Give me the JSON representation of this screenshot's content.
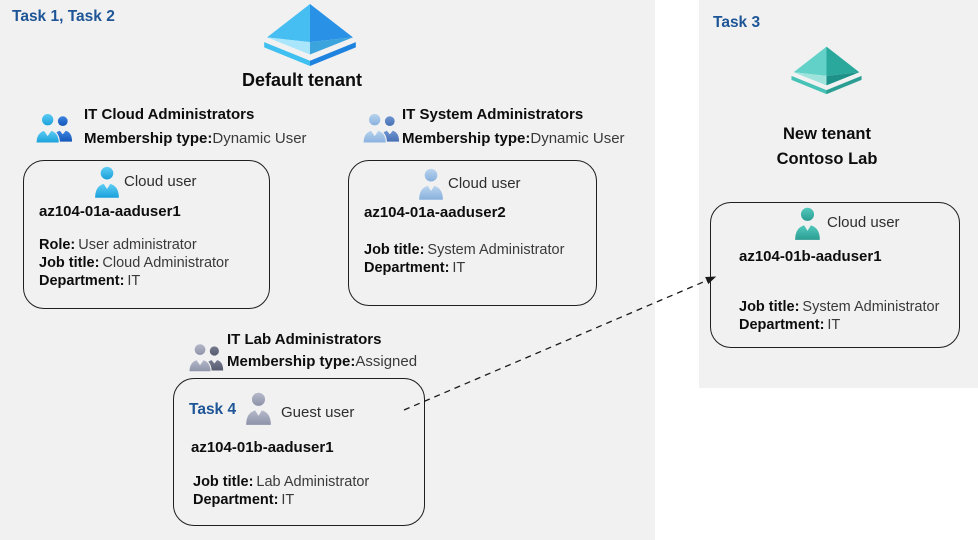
{
  "colors": {
    "panel_background": "#f1f1f2",
    "task_label_blue": "#1d5596",
    "azure_ad_blue": "#2a92e6",
    "azure_ad_teal": "#2ba89c",
    "cloud_user_cyan": "#29b1e6",
    "cloud_user_light_blue": "#9fc4e8",
    "guest_user_gray": "#9fa3ba",
    "cloud_user_teal": "#3aaca3"
  },
  "icons": {
    "tenant": "azure-ad-pyramid-icon",
    "group": "two-users-icon",
    "user": "user-silhouette-icon",
    "connector": "dashed-arrow"
  },
  "left_panel": {
    "task_label": "Task 1, Task 2",
    "tenant_title": "Default tenant",
    "groups": [
      {
        "name": "IT Cloud Administrators",
        "membership_label": "Membership type:",
        "membership_value": "Dynamic User"
      },
      {
        "name": "IT System Administrators",
        "membership_label": "Membership type:",
        "membership_value": "Dynamic User"
      },
      {
        "name": "IT Lab Administrators",
        "membership_label": "Membership type:",
        "membership_value": "Assigned"
      }
    ],
    "cards": [
      {
        "user_type": "Cloud user",
        "name": "az104-01a-aaduser1",
        "fields": [
          {
            "label": "Role:",
            "value": "User administrator"
          },
          {
            "label": "Job title:",
            "value": "Cloud Administrator"
          },
          {
            "label": "Department:",
            "value": "IT"
          }
        ]
      },
      {
        "user_type": "Cloud user",
        "name": "az104-01a-aaduser2",
        "fields": [
          {
            "label": "Job title:",
            "value": "System Administrator"
          },
          {
            "label": "Department:",
            "value": "IT"
          }
        ]
      },
      {
        "task_label": "Task 4",
        "user_type": "Guest user",
        "name": "az104-01b-aaduser1",
        "fields": [
          {
            "label": "Job title:",
            "value": "Lab Administrator"
          },
          {
            "label": "Department:",
            "value": "IT"
          }
        ]
      }
    ]
  },
  "right_panel": {
    "task_label": "Task 3",
    "tenant_title_line1": "New tenant",
    "tenant_title_line2": "Contoso Lab",
    "card": {
      "user_type": "Cloud user",
      "name": "az104-01b-aaduser1",
      "fields": [
        {
          "label": "Job title:",
          "value": "System Administrator"
        },
        {
          "label": "Department:",
          "value": "IT"
        }
      ]
    }
  }
}
